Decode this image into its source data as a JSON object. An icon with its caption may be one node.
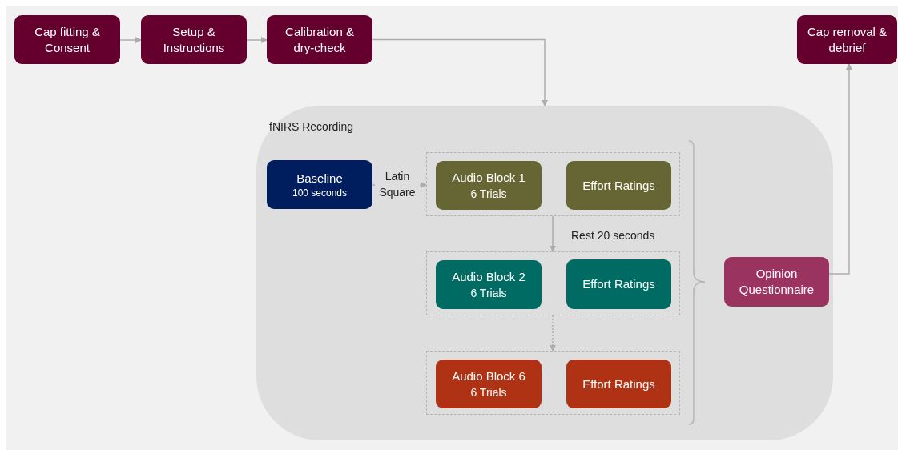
{
  "diagram": {
    "nodes": [
      {
        "text": [
          "Cap fitting & Consent"
        ]
      },
      {
        "text": [
          "Setup & Instructions"
        ]
      },
      {
        "text": [
          "Calibration & dry-check"
        ]
      },
      {
        "text": [
          "Cap removal & debrief"
        ]
      },
      {
        "text": [
          "fNIRS Recording"
        ]
      },
      {
        "text": [
          "Baseline",
          "100 seconds"
        ],
        "in": 4
      },
      {
        "text": [],
        "shape": "box",
        "in": 4
      },
      {
        "text": [
          "Audio Block 1",
          "6 Trials"
        ],
        "in": 6
      },
      {
        "text": [
          "Effort Ratings"
        ],
        "in": 6
      },
      {
        "text": [],
        "shape": "box",
        "in": 4
      },
      {
        "text": [
          "Audio Block 2",
          "6 Trials"
        ],
        "in": 9
      },
      {
        "text": [
          "Effort Ratings"
        ],
        "in": 9
      },
      {
        "text": [],
        "shape": "box",
        "in": 4
      },
      {
        "text": [
          "Audio Block 6",
          "6 Trials"
        ],
        "in": 12
      },
      {
        "text": [
          "Effort Ratings"
        ],
        "in": 12
      },
      {
        "text": [
          "Opinion Questionnaire"
        ],
        "in": 4
      }
    ],
    "edges": [
      {
        "from": 0,
        "to": 1,
        "arrow": "to"
      },
      {
        "from": 1,
        "to": 2,
        "arrow": "to"
      },
      {
        "from": 2,
        "to": 4,
        "arrow": "to"
      },
      {
        "from": 5,
        "to": 6,
        "arrow": "to",
        "label": "Latin Square"
      },
      {
        "from": 6,
        "to": 9,
        "arrow": "to",
        "label": "Rest 20 seconds"
      },
      {
        "from": 9,
        "to": 12,
        "arrow": "to",
        "style": "dashed"
      },
      {
        "from": 15,
        "to": 3,
        "arrow": "to"
      }
    ]
  }
}
